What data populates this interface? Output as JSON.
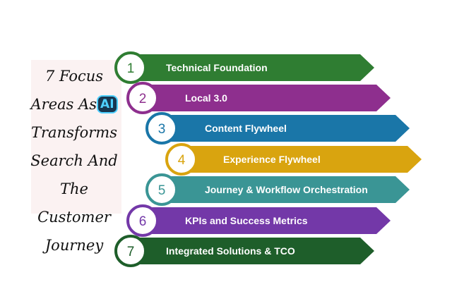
{
  "title": {
    "lines": [
      "7 Focus",
      "Areas As",
      "Transforms",
      "Search And",
      "The",
      "Customer",
      "Journey"
    ],
    "badge": "AI"
  },
  "steps": [
    {
      "number": "1",
      "label": "Technical Foundation",
      "color": "#2f7d32"
    },
    {
      "number": "2",
      "label": "Local 3.0",
      "color": "#8e2f8e"
    },
    {
      "number": "3",
      "label": "Content Flywheel",
      "color": "#1a76a8"
    },
    {
      "number": "4",
      "label": "Experience Flywheel",
      "color": "#d9a40f"
    },
    {
      "number": "5",
      "label": "Journey & Workflow Orchestration",
      "color": "#3a9595"
    },
    {
      "number": "6",
      "label": "KPIs and Success Metrics",
      "color": "#7338a8"
    },
    {
      "number": "7",
      "label": "Integrated Solutions & TCO",
      "color": "#1e5e2a"
    }
  ]
}
